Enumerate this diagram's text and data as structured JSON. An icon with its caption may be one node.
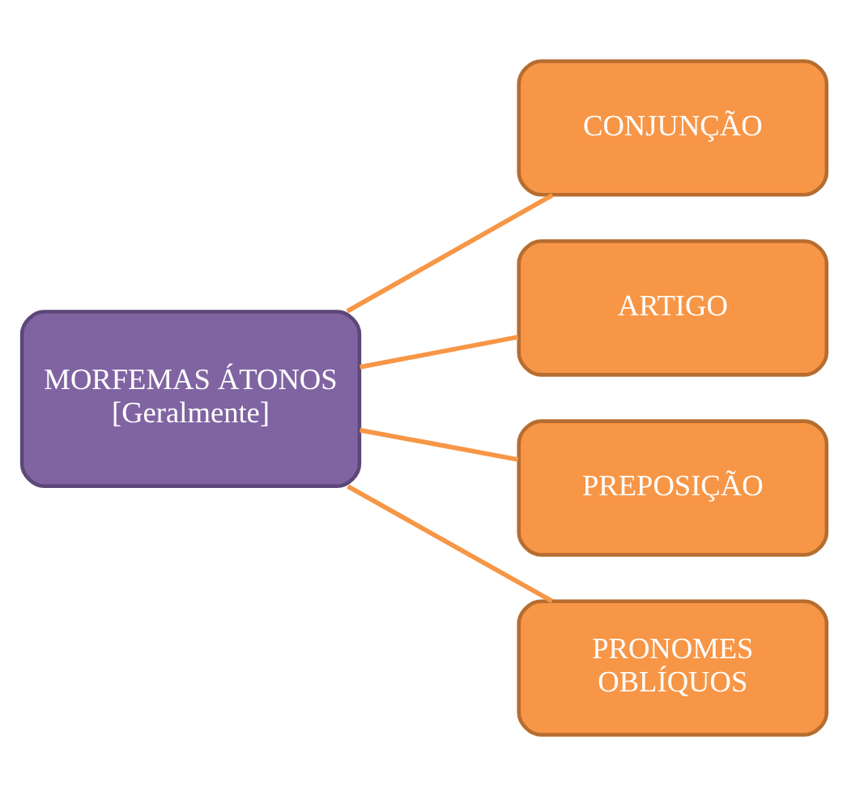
{
  "diagram": {
    "nodes": [
      {
        "text": [
          "MORFEMAS ÁTONOS [Geralmente]"
        ]
      },
      {
        "text": [
          "CONJUNÇÃO"
        ]
      },
      {
        "text": [
          "ARTIGO"
        ]
      },
      {
        "text": [
          "PREPOSIÇÃO"
        ]
      },
      {
        "text": [
          "PRONOMES OBLÍQUOS"
        ]
      }
    ],
    "edges": [
      {
        "from": 0,
        "to": 1,
        "arrow": "none"
      },
      {
        "from": 0,
        "to": 2,
        "arrow": "none"
      },
      {
        "from": 0,
        "to": 3,
        "arrow": "none"
      },
      {
        "from": 0,
        "to": 4,
        "arrow": "none"
      }
    ]
  }
}
